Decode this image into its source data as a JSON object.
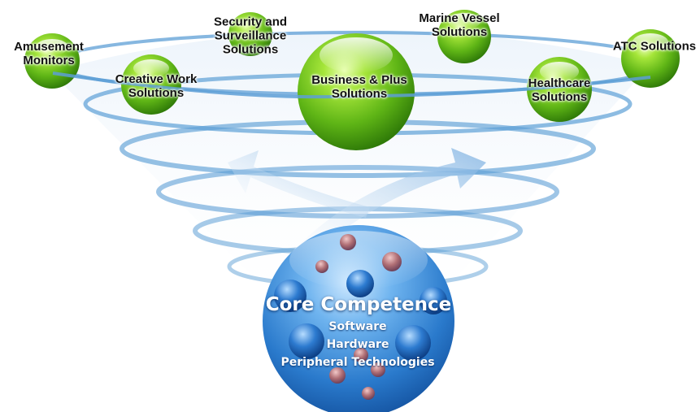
{
  "solutions": [
    {
      "id": "amusement",
      "line1": "Amusement",
      "line2": "Monitors"
    },
    {
      "id": "security",
      "line1": "Security and",
      "line2": "Surveillance",
      "line3": "Solutions"
    },
    {
      "id": "marine",
      "line1": "Marine Vessel",
      "line2": "Solutions"
    },
    {
      "id": "atc",
      "line1": "ATC Solutions"
    },
    {
      "id": "creative",
      "line1": "Creative Work",
      "line2": "Solutions"
    },
    {
      "id": "business",
      "line1": "Business & Plus",
      "line2": "Solutions"
    },
    {
      "id": "healthcare",
      "line1": "Healthcare",
      "line2": "Solutions"
    }
  ],
  "core": {
    "title": "Core Competence",
    "items": [
      "Software",
      "Hardware",
      "Peripheral Technologies"
    ]
  },
  "colors": {
    "green_sphere": "#6cc218",
    "green_dark": "#3d8a0a",
    "blue_sphere": "#2f7fd0",
    "funnel_ring": "#5d9fd6",
    "arrow": "#8fbde3"
  }
}
